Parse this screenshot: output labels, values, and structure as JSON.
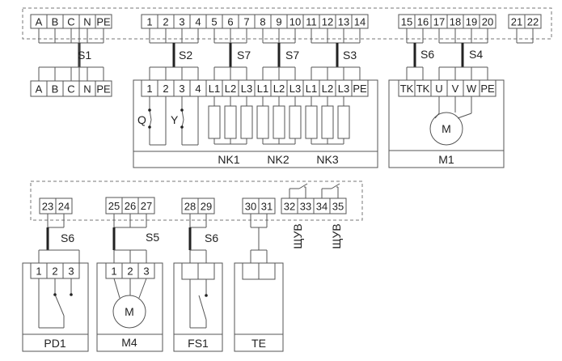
{
  "diagram": {
    "title": "",
    "controller_upper_terminals": {
      "group_supply": [
        "A",
        "B",
        "C",
        "N",
        "PE"
      ],
      "group_main": [
        "1",
        "2",
        "3",
        "4",
        "5",
        "6",
        "7",
        "8",
        "9",
        "10",
        "11",
        "12",
        "13",
        "14"
      ],
      "group_motor": [
        "15",
        "16",
        "17",
        "18",
        "19",
        "20"
      ],
      "group_spare": [
        "21",
        "22"
      ]
    },
    "controller_lower_terminals": {
      "group_pd1": [
        "23",
        "24"
      ],
      "group_m4": [
        "25",
        "26",
        "27"
      ],
      "group_fs1": [
        "28",
        "29"
      ],
      "group_te": [
        "30",
        "31"
      ],
      "group_remote": [
        "32",
        "33",
        "34",
        "35"
      ]
    },
    "remote_labels": [
      "ЩУВ",
      "ЩУВ"
    ],
    "cables": {
      "s1": "S1",
      "s2": "S2",
      "s7a": "S7",
      "s7b": "S7",
      "s3": "S3",
      "s6_m1": "S6",
      "s4": "S4",
      "s6_pd1": "S6",
      "s5": "S5",
      "s6_fs1": "S6"
    },
    "supply_block": {
      "terminals": [
        "A",
        "B",
        "C",
        "N",
        "PE"
      ]
    },
    "nk_block": {
      "terminals": [
        "1",
        "2",
        "3",
        "4",
        "L1",
        "L2",
        "L3",
        "L1",
        "L2",
        "L3",
        "L1",
        "L2",
        "L3",
        "PE"
      ],
      "switch_labels": [
        "Q",
        "Y"
      ],
      "section_labels": [
        "NK1",
        "NK2",
        "NK3"
      ]
    },
    "m1_block": {
      "terminals": [
        "TK",
        "TK",
        "U",
        "V",
        "W",
        "PE"
      ],
      "motor_symbol": "M",
      "label": "M1"
    },
    "pd1_block": {
      "terminals": [
        "1",
        "2",
        "3"
      ],
      "label": "PD1"
    },
    "m4_block": {
      "terminals": [
        "1",
        "2",
        "3"
      ],
      "motor_symbol": "M",
      "label": "M4"
    },
    "fs1_block": {
      "terminals": [
        "",
        ""
      ],
      "label": "FS1"
    },
    "te_block": {
      "terminals": [
        "",
        ""
      ],
      "label": "TE"
    }
  }
}
